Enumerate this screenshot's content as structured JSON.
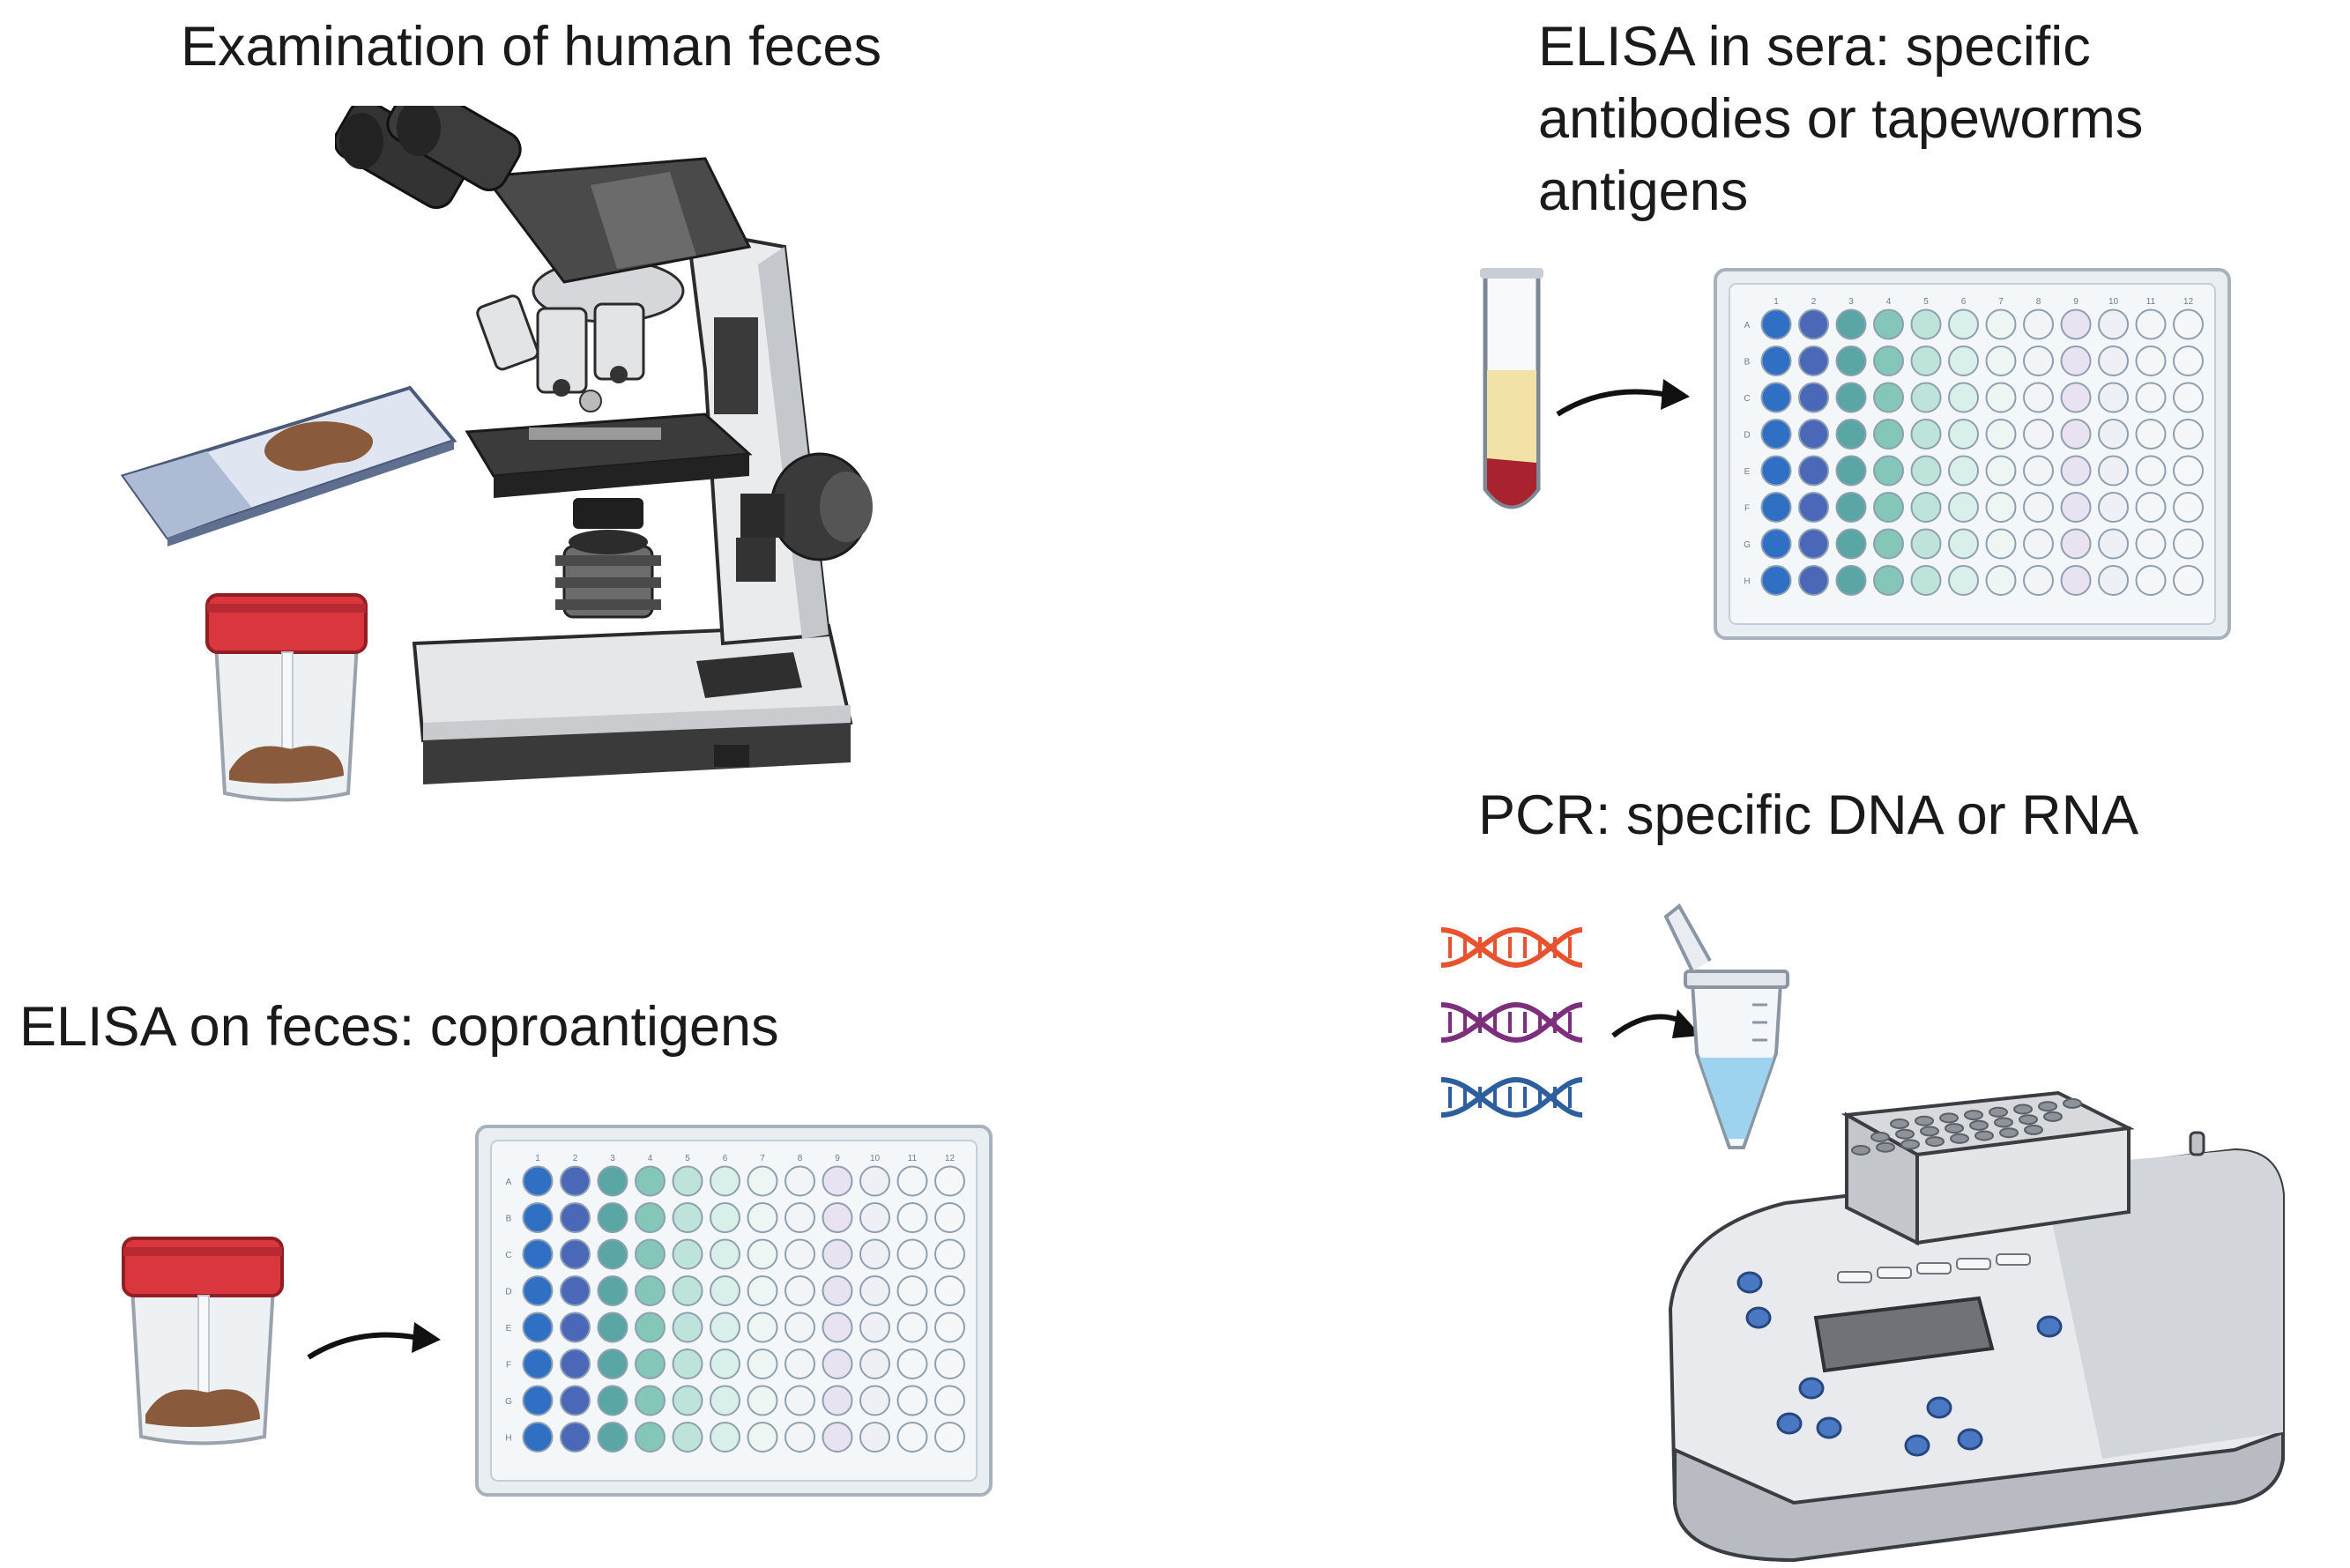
{
  "panels": {
    "microscopy": {
      "title": "Examination of human feces"
    },
    "elisa_sera": {
      "title_lines": [
        "ELISA in sera: specific",
        "antibodies or tapeworms",
        "antigens"
      ]
    },
    "pcr": {
      "title": "PCR: specific DNA or RNA"
    },
    "elisa_feces": {
      "title": "ELISA on feces: coproantigens"
    }
  },
  "plate": {
    "columns": [
      "1",
      "2",
      "3",
      "4",
      "5",
      "6",
      "7",
      "8",
      "9",
      "10",
      "11",
      "12"
    ],
    "rows": [
      "A",
      "B",
      "C",
      "D",
      "E",
      "F",
      "G",
      "H"
    ],
    "column_colors": [
      "#2f6fc4",
      "#4a67b8",
      "#5aa6a4",
      "#84c6b8",
      "#bde3da",
      "#d9efe9",
      "#edf6f3",
      "#f2f4f7",
      "#e9e2f0",
      "#eef0f6",
      "#f4f6f8",
      "#f6f7f9"
    ]
  },
  "colors": {
    "serum": "#f3e2a8",
    "blood": "#a8232e",
    "lid_red": "#d9363e",
    "stool": "#8a5a3c",
    "dna": [
      "#e8532f",
      "#7b2f7d",
      "#2d5f9e"
    ]
  }
}
